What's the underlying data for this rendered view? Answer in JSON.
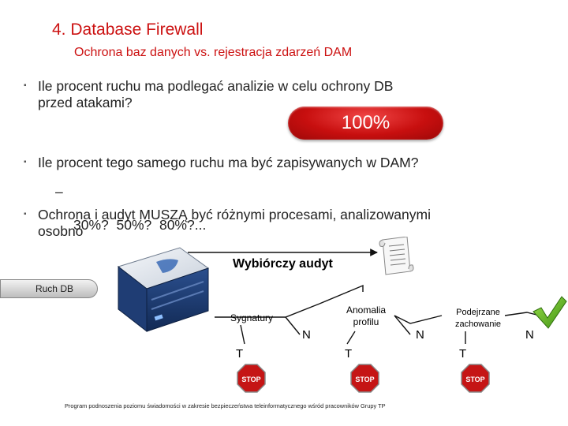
{
  "header": {
    "title": "4. Database Firewall",
    "subtitle": "Ochrona baz danych vs. rejestracja zdarzeń DAM"
  },
  "bullets": [
    {
      "marker": "▪",
      "lines": [
        "Ile procent ruchu ma podlegać analizie w celu ochrony DB",
        "przed atakami?"
      ]
    },
    {
      "marker": "▪",
      "lines": [
        "Ile procent tego samego ruchu ma być zapisywanych w DAM?"
      ]
    },
    {
      "marker": "–",
      "lines": [
        "30%?  50%?  80%?..."
      ]
    },
    {
      "marker": "▪",
      "lines": [
        "Ochrona i audyt MUSZĄ być różnymi procesami, analizowanymi",
        "osobno"
      ]
    }
  ],
  "badge": {
    "label": "100%",
    "color": "#cc1111"
  },
  "diagram": {
    "db_traffic": "Ruch DB",
    "selective_audit": "Wybiórczy audyt",
    "stages": [
      {
        "label_lines": [
          "Sygnatury"
        ],
        "true": "T",
        "false": "N"
      },
      {
        "label_lines": [
          "Anomalia",
          "profilu"
        ],
        "true": "T",
        "false": "N"
      },
      {
        "label_lines": [
          "Podejrzane",
          "zachowanie"
        ],
        "true": "T",
        "false": "N"
      }
    ],
    "stop_sign": "STOP",
    "icons": [
      "firewall-appliance-icon",
      "document-scroll-icon",
      "stop-sign-icon",
      "checkmark-icon"
    ]
  },
  "footer": "Program podnoszenia poziomu świadomości w zakresie bezpieczeństwa teleinformatycznego wśród pracowników Grupy TP"
}
